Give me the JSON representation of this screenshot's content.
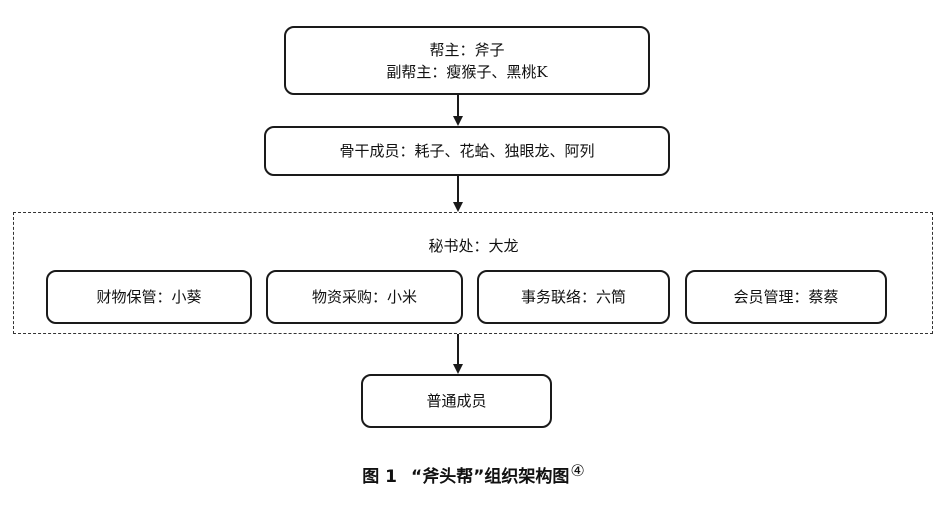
{
  "diagram": {
    "leadership": {
      "line1": "帮主：斧子",
      "line2": "副帮主：瘦猴子、黑桃K"
    },
    "core_members": "骨干成员：耗子、花蛤、独眼龙、阿列",
    "secretariat": {
      "title": "秘书处：大龙",
      "departments": [
        "财物保管：小葵",
        "物资采购：小米",
        "事务联络：六筒",
        "会员管理：蔡蔡"
      ]
    },
    "ordinary_members": "普通成员"
  },
  "caption": {
    "figure_label": "图 1",
    "title": "“斧头帮”组织架构图",
    "footnote_mark": "④"
  }
}
